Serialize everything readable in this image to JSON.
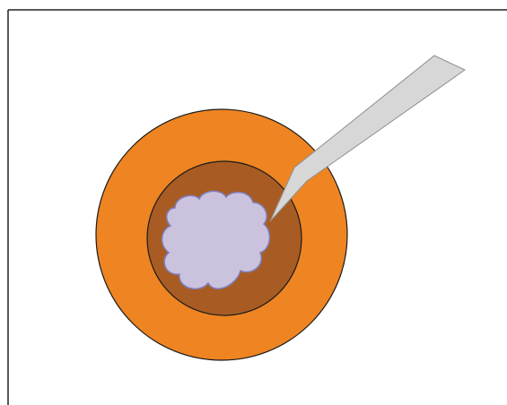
{
  "diagram": {
    "elements": [
      {
        "name": "outer-ring",
        "shape": "circle",
        "fill": "#ee8422"
      },
      {
        "name": "inner-core",
        "shape": "circle",
        "fill": "#a85c23"
      },
      {
        "name": "central-blob",
        "shape": "cloud",
        "fill": "#cbc2dd",
        "stroke": "#7e7fc0"
      },
      {
        "name": "needle-probe",
        "shape": "tapered-needle",
        "fill": "#d6d7d6",
        "stroke": "#8f8f8f"
      }
    ],
    "frame": {
      "stroke": "#222222"
    },
    "outline": "#1b1b1b"
  }
}
